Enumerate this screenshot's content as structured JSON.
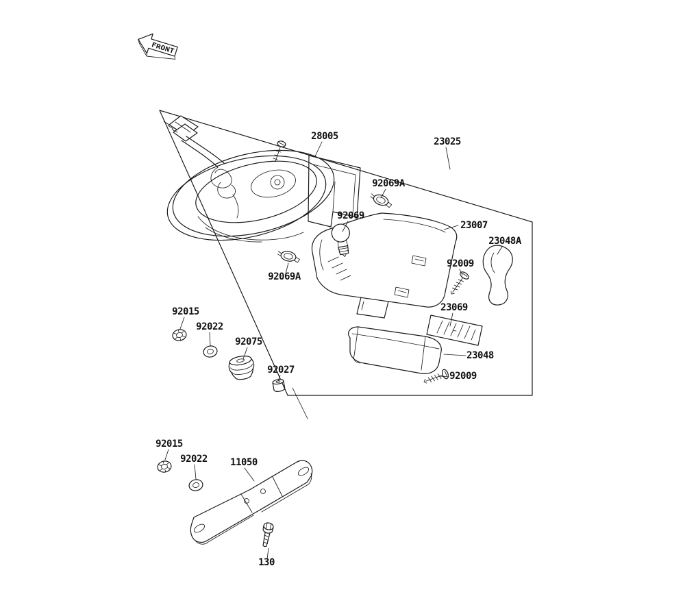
{
  "page": {
    "background_color": "#ffffff",
    "line_color": "#1a1a1a",
    "text_color": "#111111"
  },
  "front_marker": {
    "label": "FRONT"
  },
  "labels": {
    "p28005": "28005",
    "p23025": "23025",
    "p92069a_top": "92069A",
    "p92069": "92069",
    "p23007": "23007",
    "p23048a": "23048A",
    "p92009_top": "92009",
    "p92069a_left": "92069A",
    "p23069": "23069",
    "p92015_mid": "92015",
    "p92022_mid": "92022",
    "p92075": "92075",
    "p92027": "92027",
    "p23048": "23048",
    "p92009_low": "92009",
    "p92015_bot": "92015",
    "p92022_bot": "92022",
    "p11050": "11050",
    "p130": "130"
  }
}
